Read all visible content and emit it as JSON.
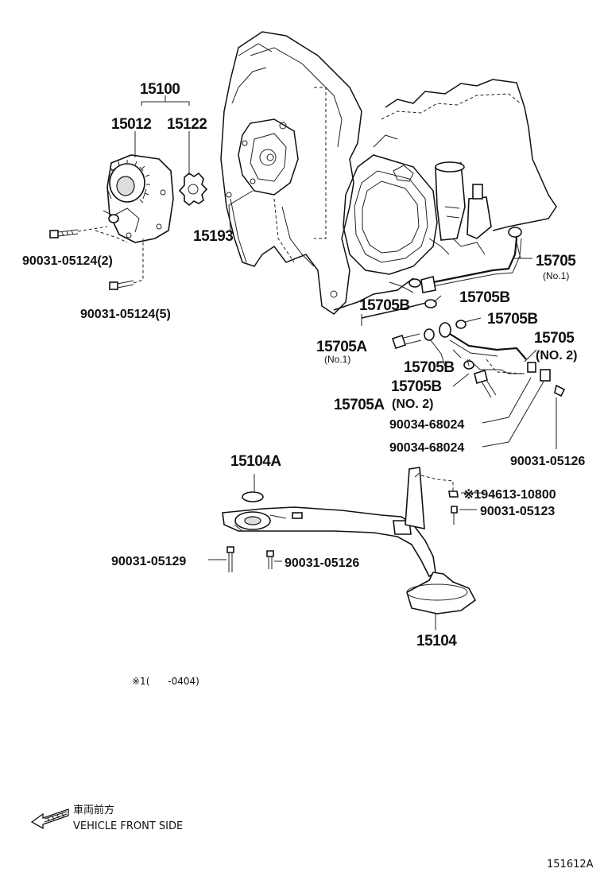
{
  "labels": {
    "p15100": "15100",
    "p15012": "15012",
    "p15122": "15122",
    "p15193": "15193",
    "p90031_05124_2": "90031-05124(2)",
    "p90031_05124_5": "90031-05124(5)",
    "p15705_no1": "15705",
    "p15705_no1_sub": "(No.1)",
    "p15705b_a": "15705B",
    "p15705b_b": "15705B",
    "p15705b_c": "15705B",
    "p15705b_d": "15705B",
    "p15705b_e": "15705B",
    "p15705a_no1": "15705A",
    "p15705a_no1_sub": "(No.1)",
    "p15705_no2": "15705",
    "p15705_no2_sub": "(NO. 2)",
    "p15705a_no2": "15705A",
    "p15705a_no2_sub": "(NO. 2)",
    "p90034_68024_a": "90034-68024",
    "p90034_68024_b": "90034-68024",
    "p90031_05126_a": "90031-05126",
    "p15104a": "15104A",
    "p94613_10800": "※194613-10800",
    "p90031_05123": "90031-05123",
    "p90031_05129": "90031-05129",
    "p90031_05126_b": "90031-05126",
    "p15104": "15104"
  },
  "footnote": "※1(      -0404)",
  "direction": {
    "jp": "車両前方",
    "en": "VEHICLE FRONT SIDE"
  },
  "figure_id": "151612A"
}
